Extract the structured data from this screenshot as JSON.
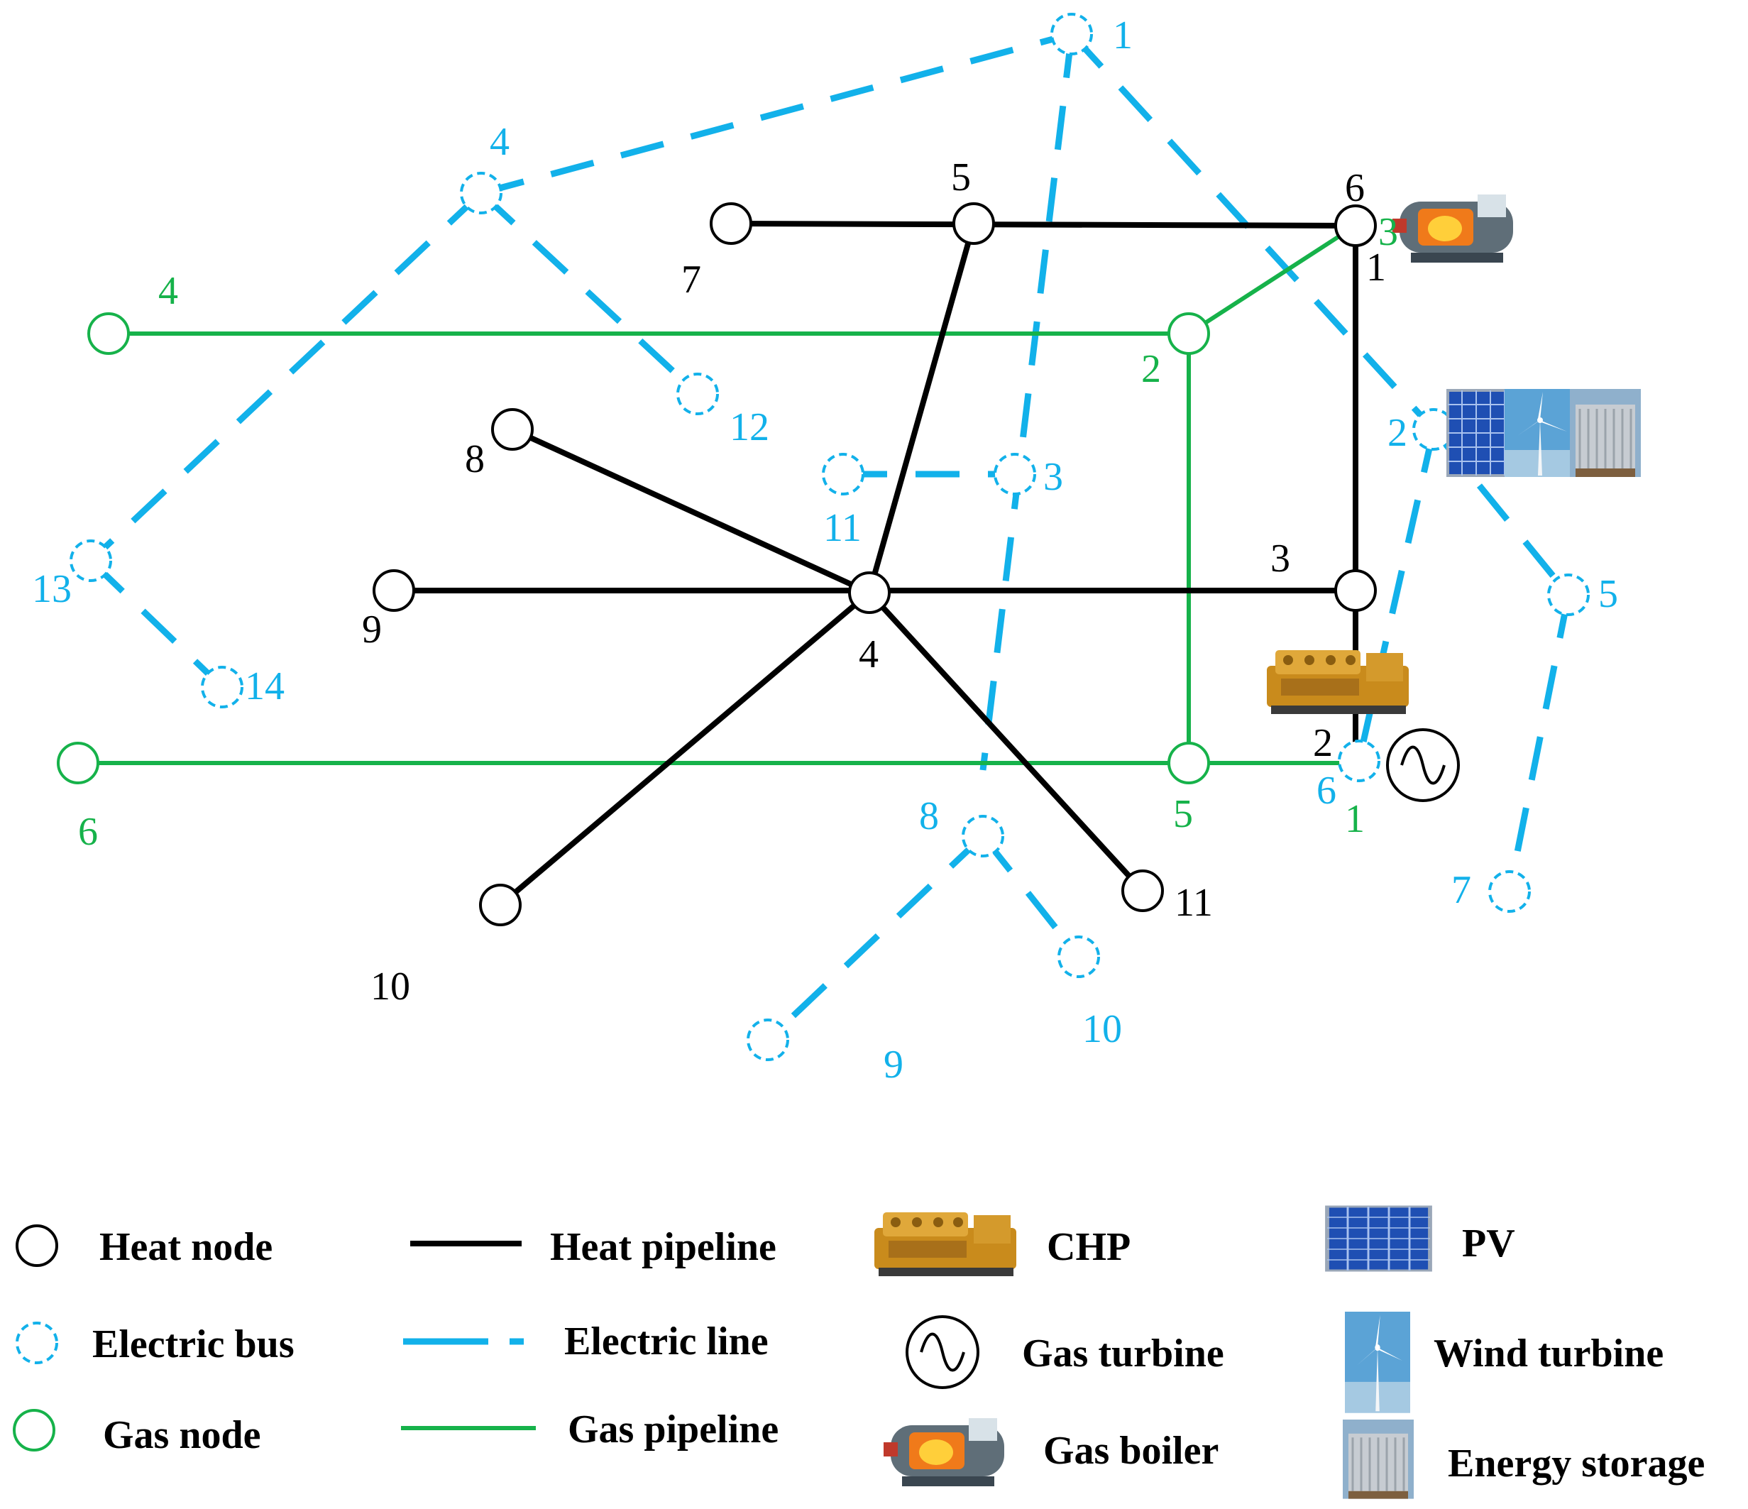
{
  "heat_node_labels": {
    "n1": "1",
    "n2": "2",
    "n3": "3",
    "n4": "4",
    "n5": "5",
    "n6": "6",
    "n7": "7",
    "n8": "8",
    "n9": "9",
    "n10": "10",
    "n11": "11"
  },
  "gas_node_labels": {
    "g1": "1",
    "g2": "2",
    "g3": "3",
    "g4": "4",
    "g5": "5",
    "g6": "6"
  },
  "electric_bus_labels": {
    "e1": "1",
    "e2": "2",
    "e3": "3",
    "e4": "4",
    "e5": "5",
    "e6": "6",
    "e7": "7",
    "e8": "8",
    "e9": "9",
    "e10": "10",
    "e11": "11",
    "e12": "12",
    "e13": "13",
    "e14": "14"
  },
  "colors": {
    "heat": "#000000",
    "gas": "#16b24a",
    "electric": "#12b1ea"
  },
  "legend": {
    "heat_node": "Heat node",
    "electric_bus": "Electric bus",
    "gas_node": "Gas node",
    "heat_pipeline": "Heat pipeline",
    "electric_line": "Electric line",
    "gas_pipeline": "Gas pipeline",
    "chp": "CHP",
    "gas_turbine": "Gas turbine",
    "gas_boiler": "Gas boiler",
    "pv": "PV",
    "wind_turbine": "Wind turbine",
    "energy_storage": "Energy storage"
  },
  "icons": [
    "chp-icon",
    "gas-turbine-icon",
    "gas-boiler-icon",
    "pv-icon",
    "wind-turbine-icon",
    "energy-storage-icon"
  ]
}
